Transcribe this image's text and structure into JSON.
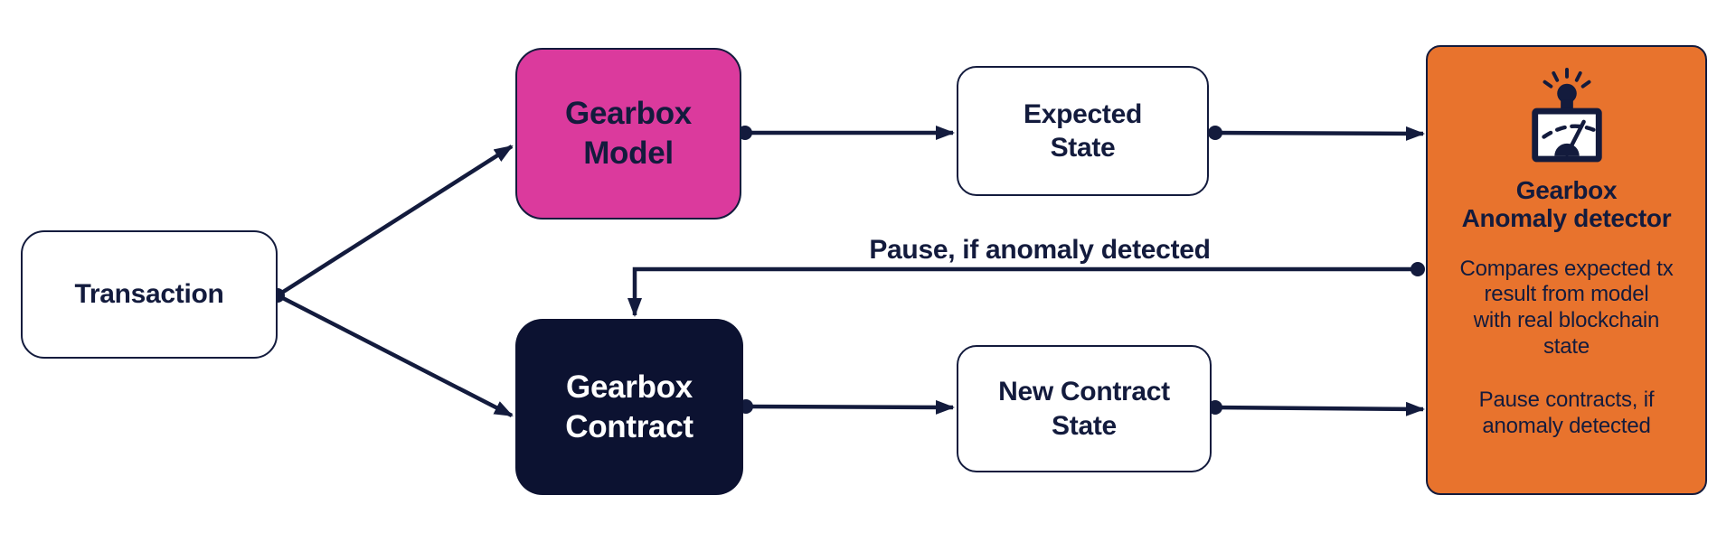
{
  "diagram": {
    "type": "flowchart",
    "colors": {
      "navy": "#131b3d",
      "navy_fill": "#0c1231",
      "pink": "#db3a9d",
      "orange": "#e8732d",
      "white": "#ffffff"
    },
    "nodes": {
      "transaction": {
        "label": "Transaction"
      },
      "gearbox_model": {
        "label": "Gearbox\nModel"
      },
      "gearbox_contract": {
        "label": "Gearbox\nContract"
      },
      "expected_state": {
        "label": "Expected\nState"
      },
      "new_contract_state": {
        "label": "New Contract\nState"
      },
      "anomaly_detector": {
        "icon": "alarm-gauge-icon",
        "title": "Gearbox\nAnomaly detector",
        "body_1": "Compares expected tx\nresult from model\nwith real blockchain\nstate",
        "body_2": "Pause contracts, if\nanomaly detected"
      }
    },
    "edges": {
      "pause_label": "Pause, if anomaly detected",
      "flow": [
        "transaction -> gearbox_model",
        "transaction -> gearbox_contract",
        "gearbox_model -> expected_state",
        "expected_state -> anomaly_detector",
        "gearbox_contract -> new_contract_state",
        "new_contract_state -> anomaly_detector",
        "anomaly_detector -> gearbox_contract (pause)"
      ]
    }
  }
}
